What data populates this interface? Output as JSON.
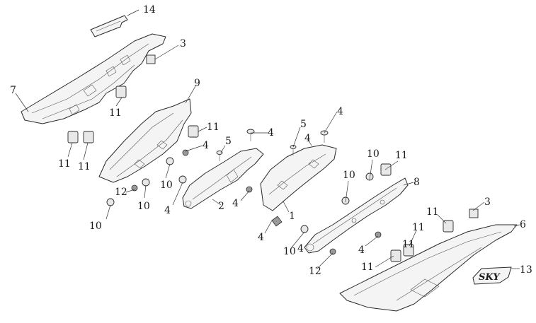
{
  "callouts": [
    "14",
    "3",
    "7",
    "9",
    "11",
    "11",
    "11",
    "11",
    "5",
    "4",
    "4",
    "5",
    "4",
    "10",
    "11",
    "4",
    "12",
    "10",
    "10",
    "4",
    "2",
    "4",
    "1",
    "10",
    "8",
    "4",
    "10",
    "4",
    "12",
    "11",
    "3",
    "11",
    "6",
    "11",
    "11",
    "13",
    "10",
    "4"
  ],
  "decal_text": "SKY"
}
